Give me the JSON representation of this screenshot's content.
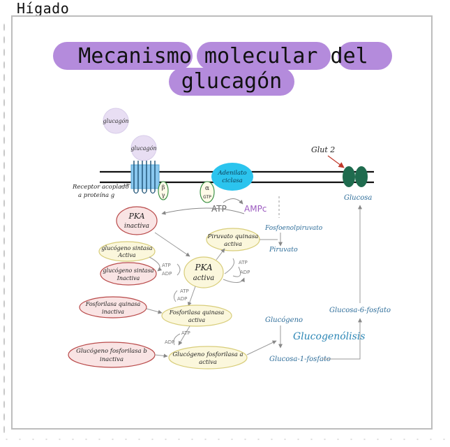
{
  "page_label": "Hígado",
  "title": {
    "line1": "Mecanismo molecular del",
    "line2": "glucagón"
  },
  "labels": {
    "glucagon_free": "glucagón",
    "glucagon_bound": "glucagón",
    "receptor_line1": "Receptor acoplado",
    "receptor_line2": "a proteína g",
    "beta": "β",
    "gamma": "γ",
    "alpha": "α",
    "gtp": "GTP",
    "adenilato_line1": "Adenilato",
    "adenilato_line2": "ciclasa",
    "glut2": "Glut 2",
    "glucosa": "Glucosa",
    "atp": "ATP",
    "ampc": "AMPc",
    "pka_inactiva_line1": "PKA",
    "pka_inactiva_line2": "inactiva",
    "piruvato_quinasa_line1": "Piruvato quinasa",
    "piruvato_quinasa_line2": "activa",
    "fosfoenolpiruvato": "Fosfoenolpiruvato",
    "piruvato": "Piruvato",
    "glucogeno_sintasa_activa_line1": "glucógeno sintasa",
    "glucogeno_sintasa_activa_line2": "Activa",
    "glucogeno_sintasa_inactiva_line1": "glucógeno sintasa",
    "glucogeno_sintasa_inactiva_line2": "Inactiva",
    "pka_activa_line1": "PKA",
    "pka_activa_line2": "activa",
    "atp_1": "ATP",
    "adp_1": "ADP",
    "atp_2": "ATP",
    "adp_2": "ADP",
    "atp_3": "ATP",
    "adp_3": "ADP",
    "atp_4": "ATP",
    "adp_4": "ADP",
    "fosforilasa_inactiva_line1": "Fosforilasa quinasa",
    "fosforilasa_inactiva_line2": "inactiva",
    "fosforilasa_activa_line1": "Fosforilasa quinasa",
    "fosforilasa_activa_line2": "activa",
    "glucogeno_fosforilasa_b_line1": "Glucógeno fosforilasa b",
    "glucogeno_fosforilasa_b_line2": "inactiva",
    "glucogeno_fosforilasa_a_line1": "Glucógeno fosforilasa a",
    "glucogeno_fosforilasa_a_line2": "activa",
    "glucogeno": "Glucógeno",
    "glucogenolisis": "Glucogenólisis",
    "glucosa_1_fosfato": "Glucosa-1-fosfato",
    "glucosa_6_fosfato": "Glucosa-6-fosfato"
  },
  "colors": {
    "title_highlight": "#b48bdc",
    "receptor_blue": "#8ac8ef",
    "adenilato_cyan": "#2bc4ee",
    "glut2_green": "#1f6b4e",
    "inactive_fill": "#f9e4e4",
    "inactive_stroke": "#b94a4a",
    "active_fill": "#fbf7dc",
    "active_stroke": "#d8cd7a",
    "hand_blue": "#2f6e9a",
    "ampc_purple": "#9c5bc0",
    "glucagon_purple": "#c9b6e4"
  }
}
